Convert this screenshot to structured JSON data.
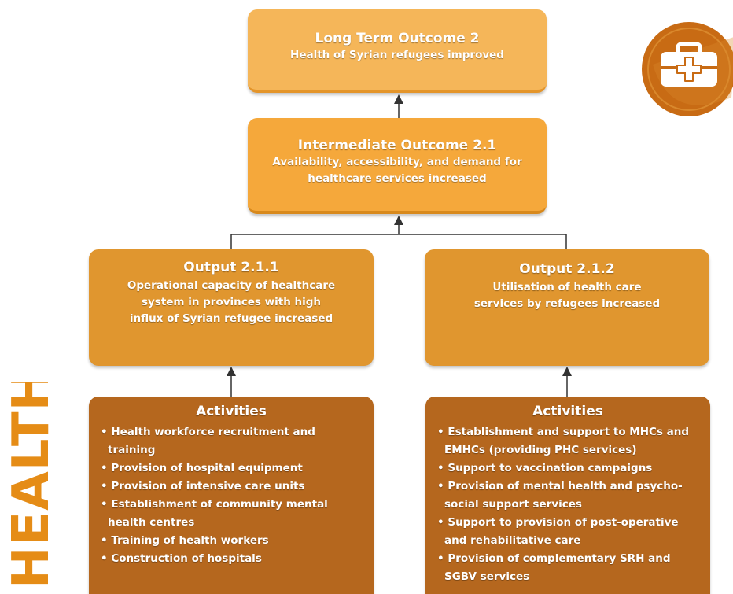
{
  "long_term_outcome": {
    "title": "Long Term Outcome 2",
    "body": "Health of Syrian refugees improved"
  },
  "intermediate_outcome": {
    "title": "Intermediate Outcome 2.1",
    "body": [
      "Availability, accessibility, and demand for",
      "healthcare services increased"
    ]
  },
  "outputs": [
    {
      "title": "Output 2.1.1",
      "body": [
        "Operational capacity of healthcare",
        "system in provinces with high",
        "influx of Syrian refugee increased"
      ]
    },
    {
      "title": "Output 2.1.2",
      "body": [
        "Utilisation of health care",
        "services by refugees increased"
      ]
    }
  ],
  "activities": [
    {
      "title": "Activities",
      "items": [
        "Health workforce recruitment and training",
        "Provision of hospital equipment",
        "Provision of intensive care units",
        "Establishment of community mental health centres",
        "Training of health workers",
        "Construction of hospitals"
      ]
    },
    {
      "title": "Activities",
      "items": [
        "Establishment and support to MHCs and EMHCs (providing PHC services)",
        "Support to vaccination campaigns",
        "Provision of mental health and psycho-social support services",
        "Support to provision of post-operative and rehabilitative care",
        "Provision of complementary SRH and SGBV services"
      ]
    }
  ],
  "side_label": "HEALTH",
  "icons": {
    "logo": "medical-kit-icon"
  },
  "colors": {
    "long_term": "#f5b659",
    "intermediate": "#f5a83b",
    "output": "#e0962f",
    "activities": "#b5671e",
    "side_label": "#e58c16",
    "logo_circle": "#c86b14"
  }
}
